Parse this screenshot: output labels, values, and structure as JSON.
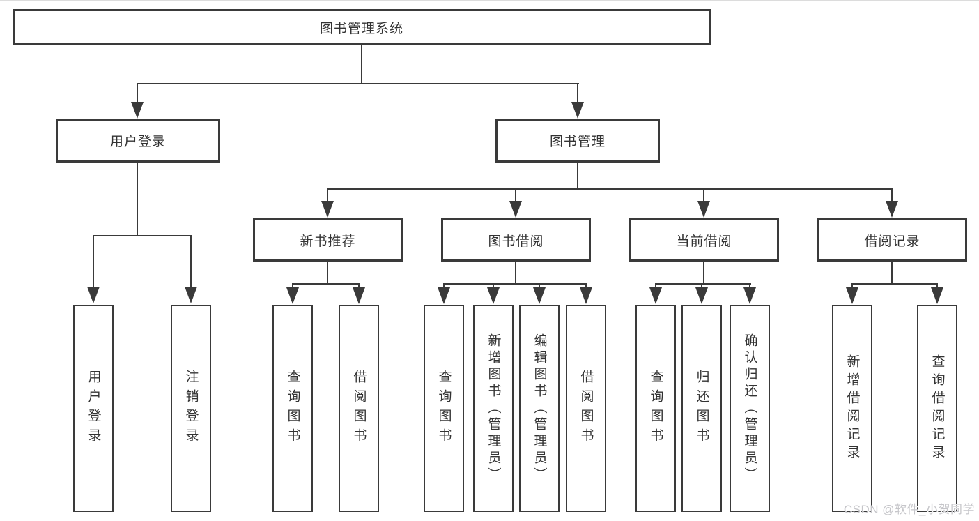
{
  "page": {
    "watermark": "CSDN @软件_小贺同学"
  },
  "colors": {
    "line": "#3a3a3a",
    "text": "#333333",
    "box_fill": "#ffffff",
    "background": "#ffffff",
    "watermark": "#c5c5c9"
  },
  "tree": {
    "label": "图书管理系统",
    "children": [
      {
        "label": "用户登录",
        "children": [
          {
            "label": "用户登录"
          },
          {
            "label": "注销登录"
          }
        ]
      },
      {
        "label": "图书管理",
        "children": [
          {
            "label": "新书推荐",
            "children": [
              {
                "label": "查询图书"
              },
              {
                "label": "借阅图书"
              }
            ]
          },
          {
            "label": "图书借阅",
            "children": [
              {
                "label": "查询图书"
              },
              {
                "label": "新增图书（管理员）"
              },
              {
                "label": "编辑图书（管理员）"
              },
              {
                "label": "借阅图书"
              }
            ]
          },
          {
            "label": "当前借阅",
            "children": [
              {
                "label": "查询图书"
              },
              {
                "label": "归还图书"
              },
              {
                "label": "确认归还（管理员）"
              }
            ]
          },
          {
            "label": "借阅记录",
            "children": [
              {
                "label": "新增借阅记录"
              },
              {
                "label": "查询借阅记录"
              }
            ]
          }
        ]
      }
    ]
  }
}
